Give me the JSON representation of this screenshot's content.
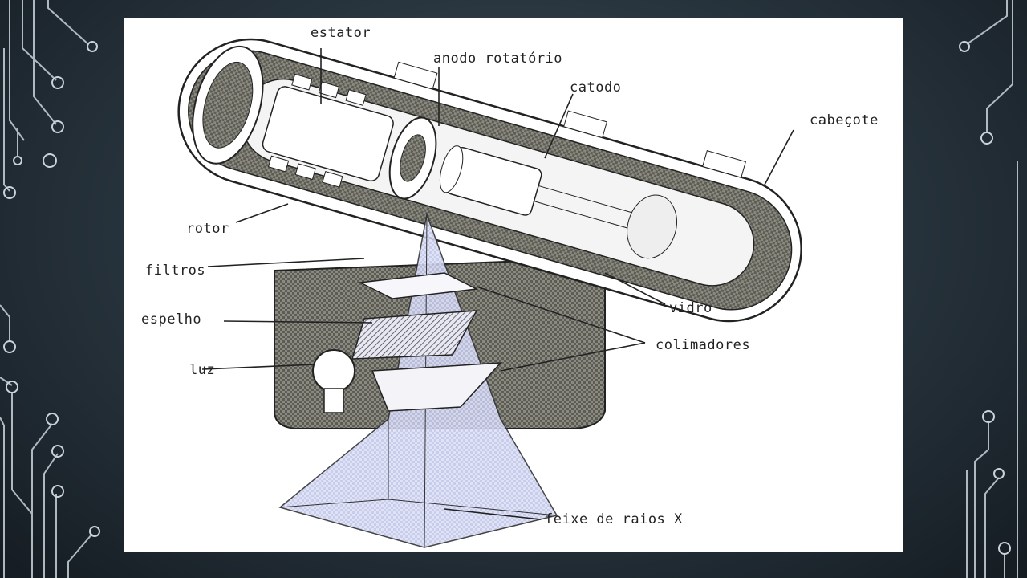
{
  "slide": {
    "background_color": "#2a3640",
    "decoration_color": "#c9d3da"
  },
  "figure": {
    "labels": {
      "estator": "estator",
      "anodo_rotatorio": "anodo rotatório",
      "catodo": "catodo",
      "cabecote": "cabeçote",
      "rotor": "rotor",
      "filtros": "filtros",
      "espelho": "espelho",
      "luz": "luz",
      "vidro": "vidro",
      "colimadores": "colimadores",
      "feixe_de_raios_x": "feixe de raios X"
    }
  }
}
